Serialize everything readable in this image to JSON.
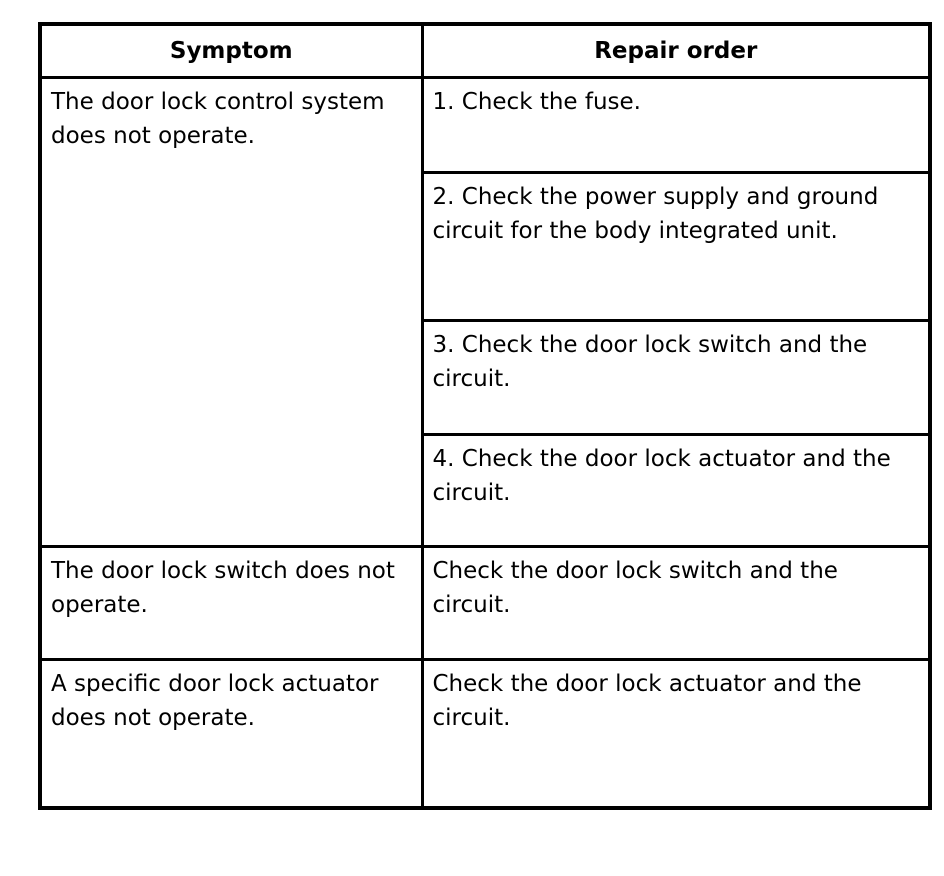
{
  "colors": {
    "border": "#000000",
    "text": "#000000",
    "background": "#ffffff"
  },
  "table": {
    "headers": {
      "symptom": "Symptom",
      "repair": "Repair order"
    },
    "rows": [
      {
        "symptom": "The door lock control system does not operate.",
        "repairs": [
          "1. Check the fuse.",
          "2. Check the power supply and ground circuit for the body integrated unit.",
          "3. Check the door lock switch and the circuit.",
          "4. Check the door lock actuator and the circuit."
        ]
      },
      {
        "symptom": "The door lock switch does not operate.",
        "repairs": [
          "Check the door lock switch and the circuit."
        ]
      },
      {
        "symptom": "A specific door lock actuator does not operate.",
        "repairs": [
          "Check the door lock actuator and the circuit."
        ]
      }
    ]
  }
}
